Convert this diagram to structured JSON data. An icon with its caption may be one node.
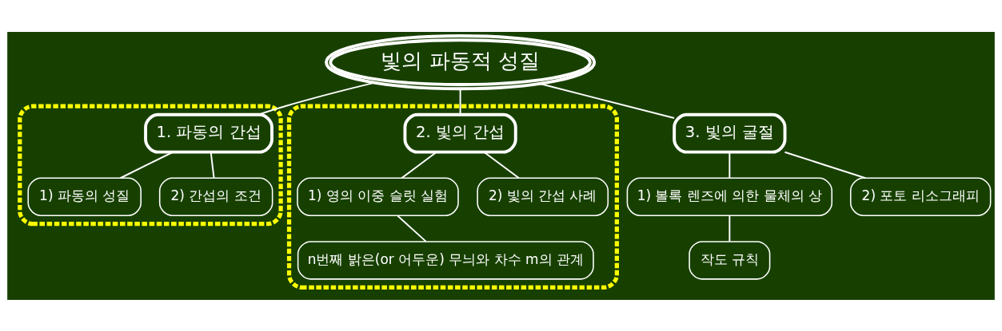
{
  "diagram": {
    "nodes": [
      {
        "text": [
          "빛의 파동적 성질"
        ]
      },
      {
        "text": [],
        "shape": "box"
      },
      {
        "text": [
          "1. 파동의 간섭"
        ],
        "in": 1
      },
      {
        "text": [
          "1) 파동의 성질"
        ],
        "in": 1
      },
      {
        "text": [
          "2) 간섭의 조건"
        ],
        "in": 1
      },
      {
        "text": [],
        "shape": "box"
      },
      {
        "text": [
          "2. 빛의 간섭"
        ],
        "in": 5
      },
      {
        "text": [
          "1) 영의 이중 슬릿 실험"
        ],
        "in": 5
      },
      {
        "text": [
          "n번째 밝은(or 어두운) 무늬와 차수 m의 관계"
        ],
        "in": 5
      },
      {
        "text": [
          "2) 빛의 간섭 사례"
        ],
        "in": 5
      },
      {
        "text": [
          "3. 빛의 굴절"
        ]
      },
      {
        "text": [
          "1) 볼록 렌즈에 의한 물체의 상"
        ]
      },
      {
        "text": [
          "작도 규칙"
        ]
      },
      {
        "text": [
          "2) 포토 리소그래피"
        ]
      }
    ],
    "edges": [
      {
        "from": 0,
        "to": 2,
        "arrow": "none"
      },
      {
        "from": 0,
        "to": 6,
        "arrow": "none"
      },
      {
        "from": 0,
        "to": 10,
        "arrow": "none"
      },
      {
        "from": 2,
        "to": 3,
        "arrow": "none"
      },
      {
        "from": 2,
        "to": 4,
        "arrow": "none"
      },
      {
        "from": 6,
        "to": 7,
        "arrow": "none"
      },
      {
        "from": 7,
        "to": 8,
        "arrow": "none"
      },
      {
        "from": 6,
        "to": 9,
        "arrow": "none"
      },
      {
        "from": 10,
        "to": 11,
        "arrow": "none"
      },
      {
        "from": 11,
        "to": 12,
        "arrow": "none"
      },
      {
        "from": 10,
        "to": 13,
        "arrow": "none"
      }
    ]
  }
}
